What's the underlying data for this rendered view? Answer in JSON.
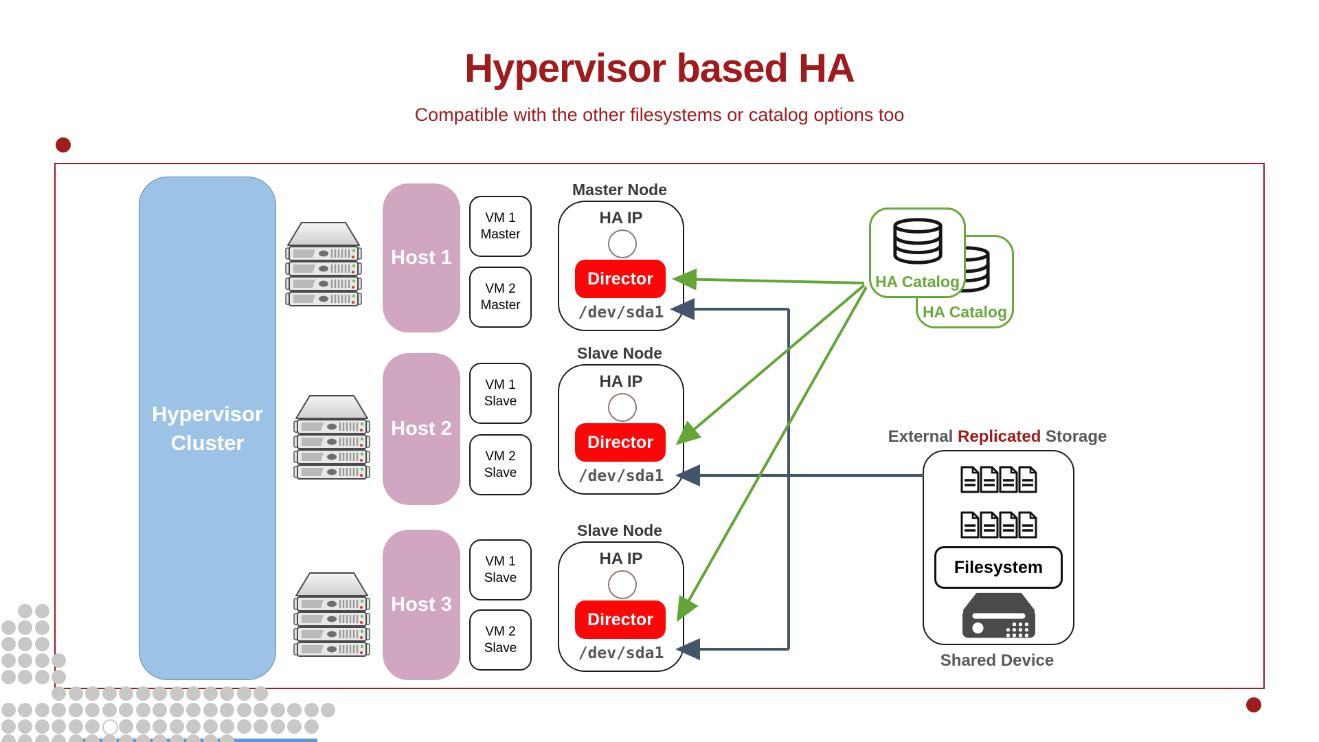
{
  "title": "Hypervisor based HA",
  "subtitle": "Compatible with the other filesystems or catalog options too",
  "colors": {
    "accent_red": "#9E1B1E",
    "cluster_blue": "#9CC3E6",
    "host_pink": "#D0A6C0",
    "director_red": "#FB0707",
    "catalog_green": "#69A83E",
    "wire_navy": "#44546A",
    "label_gray": "#58595B"
  },
  "cluster": {
    "label_line1": "Hypervisor",
    "label_line2": "Cluster"
  },
  "hosts": [
    {
      "label": "Host 1"
    },
    {
      "label": "Host 2"
    },
    {
      "label": "Host 3"
    }
  ],
  "vms": [
    {
      "line1": "VM 1",
      "line2": "Master"
    },
    {
      "line1": "VM 2",
      "line2": "Master"
    },
    {
      "line1": "VM 1",
      "line2": "Slave"
    },
    {
      "line1": "VM 2",
      "line2": "Slave"
    },
    {
      "line1": "VM 1",
      "line2": "Slave"
    },
    {
      "line1": "VM 2",
      "line2": "Slave"
    }
  ],
  "nodes": [
    {
      "title": "Master Node",
      "ha_ip": "HA IP",
      "director": "Director",
      "device": "/dev/sda1"
    },
    {
      "title": "Slave Node",
      "ha_ip": "HA IP",
      "director": "Director",
      "device": "/dev/sda1"
    },
    {
      "title": "Slave Node",
      "ha_ip": "HA IP",
      "director": "Director",
      "device": "/dev/sda1"
    }
  ],
  "catalog": {
    "front_label": "HA Catalog",
    "back_label": "HA Catalog"
  },
  "storage": {
    "title_prefix": "External ",
    "title_highlight": "Replicated",
    "title_suffix": " Storage",
    "filesystem_label": "Filesystem",
    "shared_device_label": "Shared Device"
  }
}
